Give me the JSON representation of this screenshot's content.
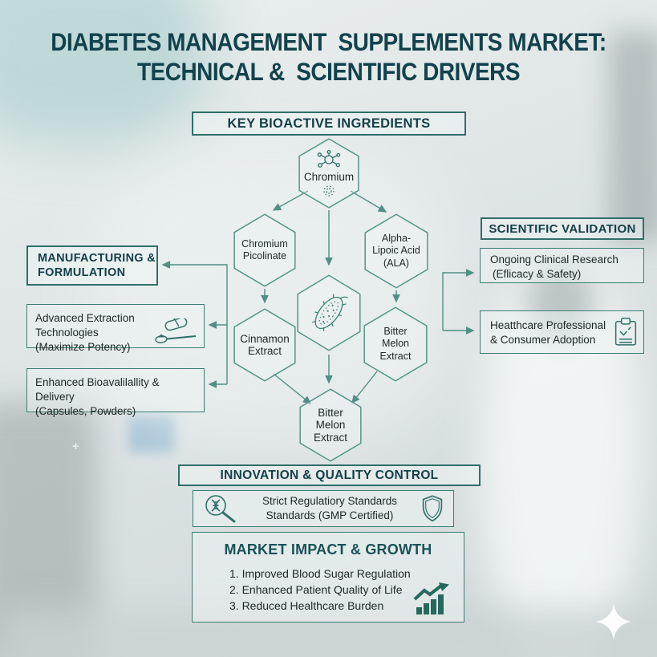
{
  "title": {
    "line1": "DIABETES MANAGEMENT  SUPPLEMENTS MARKET:",
    "line2": "TECHNICAL &  SCIENTIFIC DRIVERS"
  },
  "ingredients": {
    "header": "KEY BIOACTIVE INGREDIENTS",
    "hexagons": {
      "chromium": "Chromium",
      "chromium_picolinate": "Chromium Picolinate",
      "alpha_lipoic": "Alpha-Lipoic Acid (ALA)",
      "cinnamon": "Cinnamon Extract",
      "bitter_melon_right": "Bitter Melon Extract",
      "bitter_melon_bottom": "Bitter Melon Extract"
    },
    "center_icon": "bitter-melon-icon"
  },
  "manufacturing": {
    "header": "MANUFACTURING & FORMULATION",
    "items": [
      {
        "line1": "Advanced Extraction Technologies",
        "line2": "(Maximize Potency)",
        "icon": "pill-spoon-icon"
      },
      {
        "line1": "Enhanced Bioavalilallity & Delivery",
        "line2": "(Capsules, Powders)",
        "icon": ""
      }
    ]
  },
  "validation": {
    "header": "SCIENTIFIC VALIDATION",
    "items": [
      {
        "line1": "Ongoing Clinical Research",
        "line2": "(Eflicacy & Safety)",
        "icon": ""
      },
      {
        "line1": "Heatthcare Professional",
        "line2": "& Consumer Adoption",
        "icon": "clipboard-check-icon"
      }
    ]
  },
  "quality": {
    "header": "INNOVATION & QUALITY CONTROL",
    "card": {
      "line1": "Strict Regulatiory Standards",
      "line2": "Standards (GMP Certified)",
      "left_icon": "dna-magnifier-icon",
      "right_icon": "shield-icon"
    }
  },
  "impact": {
    "header": "MARKET IMPACT & GROWTH",
    "items": [
      "1. Improved Blood Sugar Regulation",
      "2. Enhanced Patient Quality of Life",
      "3. Reduced Healthcare Burden"
    ],
    "icon": "growth-chart-icon"
  },
  "colors": {
    "title_text": "#12424b",
    "header_text": "#123f47",
    "box_border": "#2f6f68",
    "hex_border": "#57958a",
    "arrow": "#4f8f84",
    "body_text": "#1d2626",
    "icon_teal": "#25695e",
    "background": "#dfe5e6"
  }
}
